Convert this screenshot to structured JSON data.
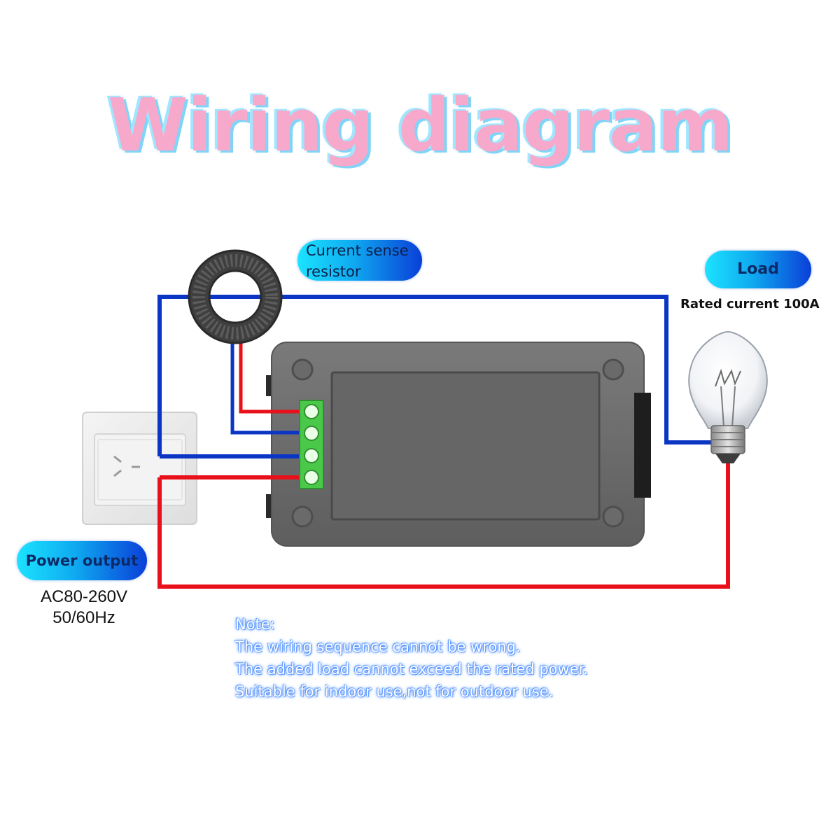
{
  "title": "Wiring diagram",
  "labels": {
    "current_sense": "Current sense resistor",
    "load": "Load",
    "rated_current": "Rated current  100A",
    "power_output": "Power output",
    "supply_voltage": "AC80-260V",
    "supply_frequency": "50/60Hz"
  },
  "notes": [
    "Note:",
    "The wiring sequence cannot be wrong.",
    "The added load cannot exceed the rated power.",
    "Suitable for indoor use,not for outdoor use."
  ],
  "colors": {
    "wire_live": "#e8101a",
    "wire_neutral": "#0b35c4",
    "module_body": "#6e6e6e",
    "terminal_block": "#49c84a",
    "title_fill": "#f7a9cc",
    "title_outline": "#8fe0ff"
  },
  "icons": [
    "current-transformer-icon",
    "wall-socket-icon",
    "light-bulb-icon",
    "meter-module-icon",
    "terminal-block-icon"
  ]
}
